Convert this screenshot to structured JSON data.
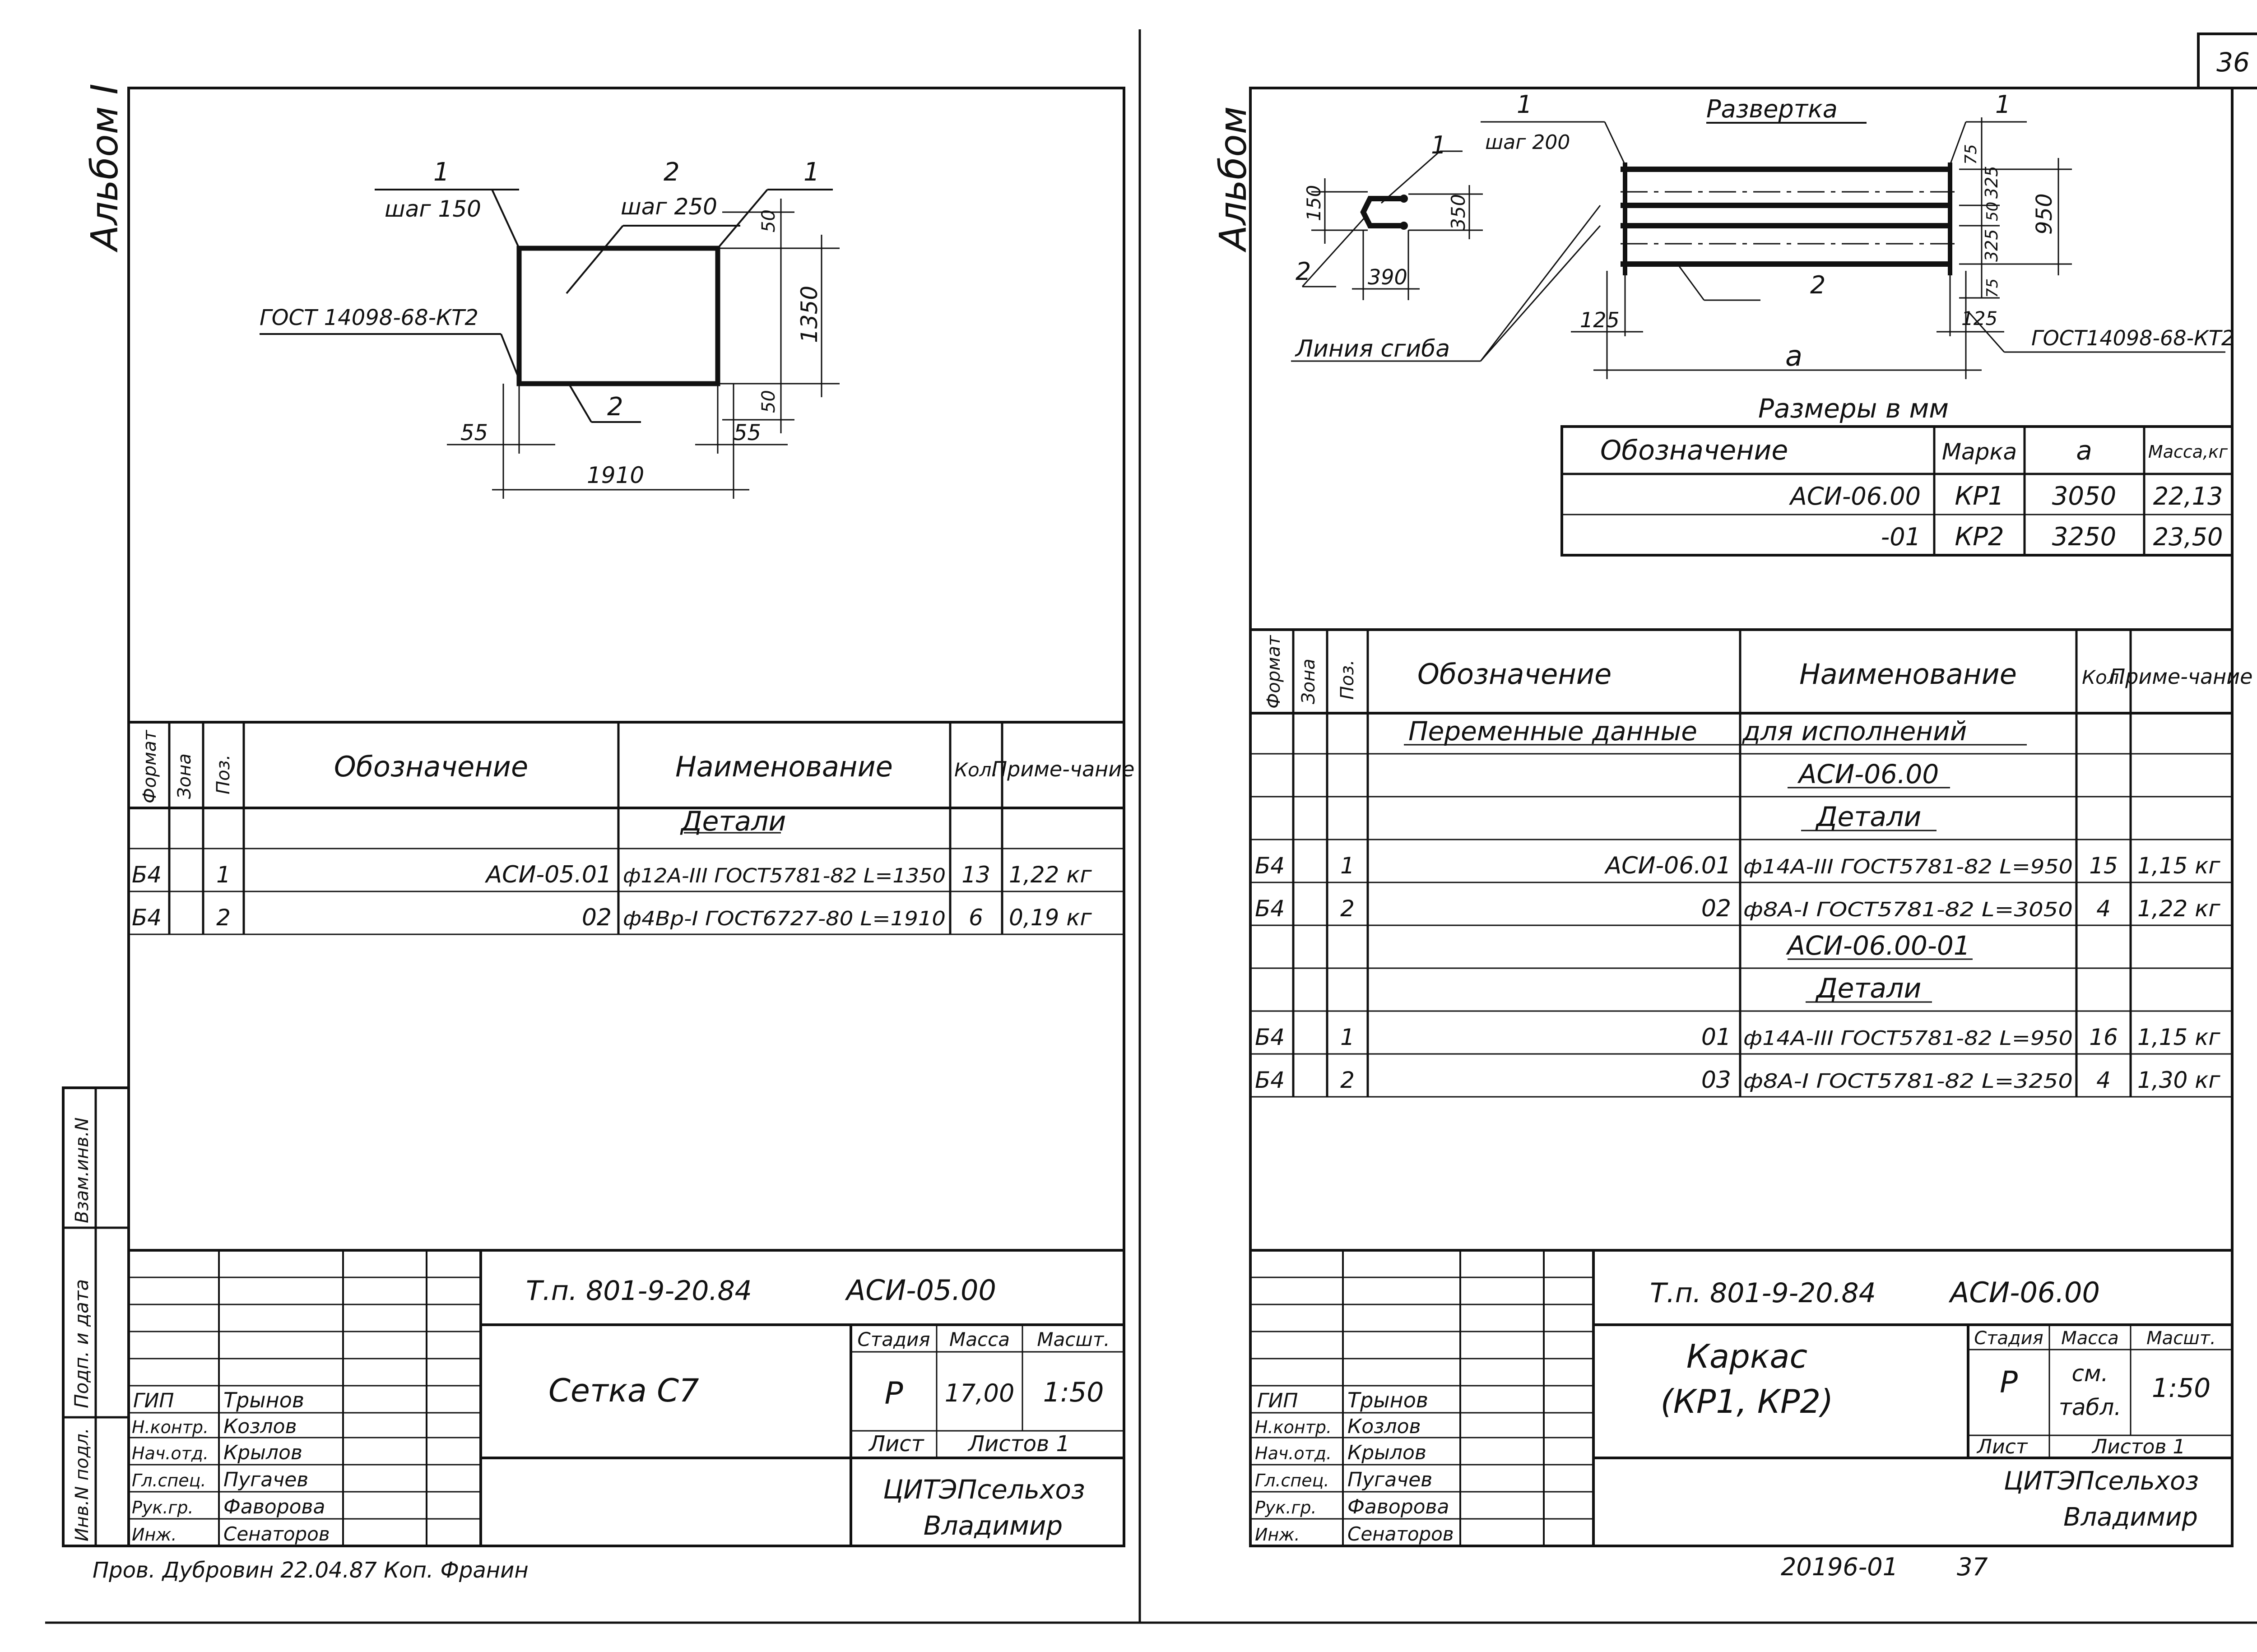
{
  "page_number": "36",
  "footer_code": "20196-01",
  "footer_page": "37",
  "left": {
    "album": "Альбом I",
    "sketch": {
      "pos_1": "1",
      "pos_2": "2",
      "step_150": "шаг 150",
      "step_250": "шаг 250",
      "gost": "ГОСТ 14098-68-КТ2",
      "d_50a": "50",
      "d_1350": "1350",
      "d_50b": "50",
      "d_55a": "55",
      "d_55b": "55",
      "d_1910": "1910"
    },
    "spec": {
      "h_format": "Формат",
      "h_zone": "Зона",
      "h_pos": "Поз.",
      "h_desig": "Обозначение",
      "h_name": "Наименование",
      "h_qty": "Кол.",
      "h_note": "Приме-чание",
      "section": "Детали",
      "rows": [
        {
          "fmt": "Б4",
          "pos": "1",
          "desig": "АСИ-05.01",
          "name": "ф12А-III ГОСТ5781-82 L=1350",
          "qty": "13",
          "note": "1,22 кг"
        },
        {
          "fmt": "Б4",
          "pos": "2",
          "desig": "02",
          "name": "ф4Вр-I ГОСТ6727-80 L=1910",
          "qty": "6",
          "note": "0,19 кг"
        }
      ]
    },
    "side_labels": [
      "Инв.N подл.",
      "Подп. и дата",
      "Взам.инв.N"
    ],
    "stamp": {
      "doc": "Т.п. 801-9-20.84",
      "code": "АСИ-05.00",
      "title": "Сетка С7",
      "h_stage": "Стадия",
      "h_mass": "Масса",
      "h_scale": "Масшт.",
      "stage": "Р",
      "mass": "17,00",
      "scale": "1:50",
      "sheet": "Лист",
      "sheets": "Листов 1",
      "org": "ЦИТЭПсельхоз",
      "city": "Владимир",
      "roles": [
        "ГИП",
        "Н.контр.",
        "Нач.отд.",
        "Гл.спец.",
        "Рук.гр.",
        "Инж."
      ],
      "names": [
        "Трынов",
        "Козлов",
        "Крылов",
        "Пугачев",
        "Фаворова",
        "Сенаторов"
      ]
    },
    "check_note": "Пров. Дубровин 22.04.87 Коп. Франин"
  },
  "right": {
    "album": "Альбом",
    "sketch": {
      "razvertka": "Развертка",
      "pos_1": "1",
      "pos_2": "2",
      "step_200": "шаг 200",
      "d_150": "150",
      "d_350": "350",
      "d_390": "390",
      "d_75a": "75",
      "d_325a": "325",
      "d_50": "50",
      "d_325b": "325",
      "d_75b": "75",
      "d_950": "950",
      "d_125a": "125",
      "d_125b": "125",
      "d_a": "a",
      "bend_line": "Линия сгиба",
      "gost": "ГОСТ14098-68-КТ2",
      "units": "Размеры в мм"
    },
    "mark_table": {
      "headers": [
        "Обозначение",
        "Марка",
        "a",
        "Масса,кг"
      ],
      "rows": [
        [
          "АСИ-06.00",
          "КР1",
          "3050",
          "22,13"
        ],
        [
          "-01",
          "КР2",
          "3250",
          "23,50"
        ]
      ]
    },
    "spec": {
      "h_format": "Формат",
      "h_zone": "Зона",
      "h_pos": "Поз.",
      "h_desig": "Обозначение",
      "h_name": "Наименование",
      "h_qty": "Кол.",
      "h_note": "Приме-чание",
      "variable_a": "Переменные данные",
      "variable_b": "для исполнений",
      "exec1": "АСИ-06.00",
      "section1": "Детали",
      "rows1": [
        {
          "fmt": "Б4",
          "pos": "1",
          "desig": "АСИ-06.01",
          "name": "ф14А-III ГОСТ5781-82 L=950",
          "qty": "15",
          "note": "1,15 кг"
        },
        {
          "fmt": "Б4",
          "pos": "2",
          "desig": "02",
          "name": "ф8А-I ГОСТ5781-82 L=3050",
          "qty": "4",
          "note": "1,22 кг"
        }
      ],
      "exec2": "АСИ-06.00-01",
      "section2": "Детали",
      "rows2": [
        {
          "fmt": "Б4",
          "pos": "1",
          "desig": "01",
          "name": "ф14А-III ГОСТ5781-82 L=950",
          "qty": "16",
          "note": "1,15 кг"
        },
        {
          "fmt": "Б4",
          "pos": "2",
          "desig": "03",
          "name": "ф8А-I ГОСТ5781-82 L=3250",
          "qty": "4",
          "note": "1,30 кг"
        }
      ]
    },
    "stamp": {
      "doc": "Т.п. 801-9-20.84",
      "code": "АСИ-06.00",
      "title_a": "Каркас",
      "title_b": "(КР1, КР2)",
      "h_stage": "Стадия",
      "h_mass": "Масса",
      "h_scale": "Масшт.",
      "stage": "Р",
      "mass_a": "см.",
      "mass_b": "табл.",
      "scale": "1:50",
      "sheet": "Лист",
      "sheets": "Листов 1",
      "org": "ЦИТЭПсельхоз",
      "city": "Владимир",
      "roles": [
        "ГИП",
        "Н.контр.",
        "Нач.отд.",
        "Гл.спец.",
        "Рук.гр.",
        "Инж."
      ],
      "names": [
        "Трынов",
        "Козлов",
        "Крылов",
        "Пугачев",
        "Фаворова",
        "Сенаторов"
      ]
    }
  }
}
